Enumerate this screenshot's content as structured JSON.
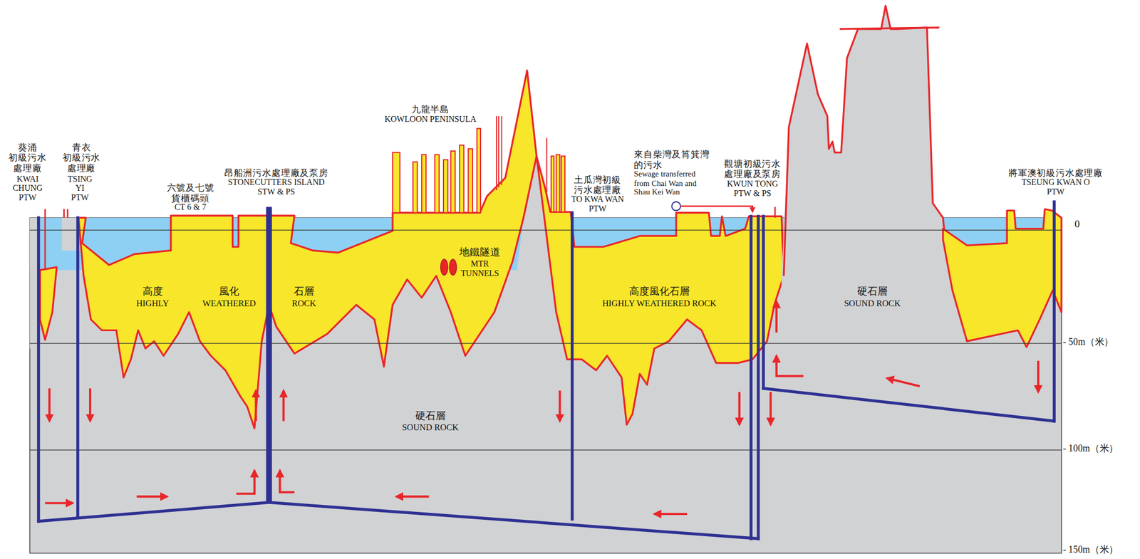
{
  "diagram": {
    "labels": [
      "葵涌 初級污水 處理廠",
      "KWAI CHUNG PTW",
      "青衣 初級污水 處理廠",
      "TSING YI PTW",
      "六號及七號 貨櫃碼頭",
      "CT 6 & 7",
      "昂船洲污水處理廠及泵房",
      "STONECUTTERS ISLAND STW & PS",
      "九龍半島",
      "KOWLOON PENINSULA",
      "地鐵隧道",
      "MTR TUNNELS",
      "土瓜灣初級 污水處理廠",
      "TO KWA WAN PTW",
      "來自柴灣及筲箕灣 的污水",
      "Sewage transferred from Chai Wan and Shau Kei Wan",
      "觀塘初級污水 處理廠及泵房",
      "KWUN TONG PTW & PS",
      "將軍澳初級污水處理廠",
      "TSEUNG KWAN O PTW",
      "高度",
      "HIGHLY",
      "風化",
      "WEATHERED",
      "石層",
      "ROCK",
      "高度風化石層",
      "HIGHLY WEATHERED ROCK",
      "硬石層",
      "SOUND ROCK",
      "硬石層",
      "SOUND ROCK",
      "0",
      "- 50m（米）",
      "- 100m（米）",
      "- 150m（米）"
    ]
  }
}
